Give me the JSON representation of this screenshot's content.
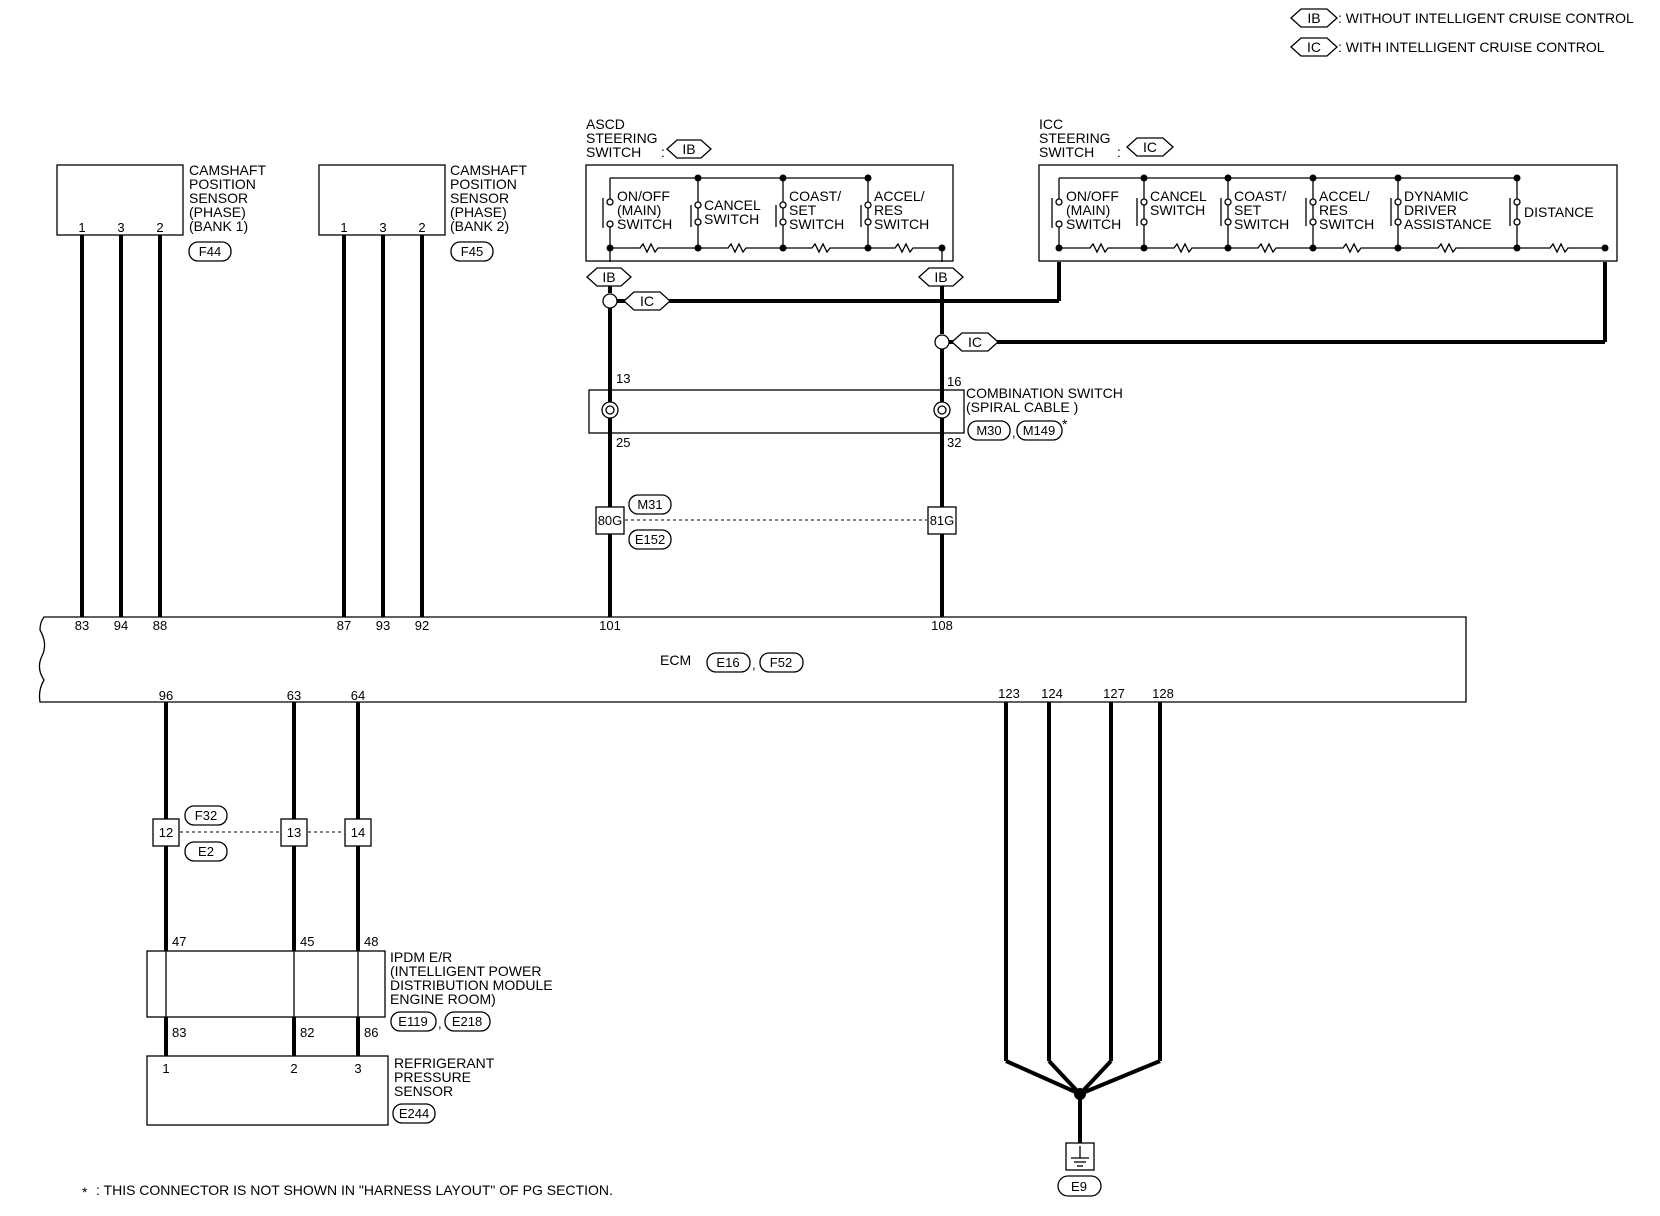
{
  "legend": {
    "ib": {
      "tag": "IB",
      "text": ": WITHOUT INTELLIGENT CRUISE CONTROL"
    },
    "ic": {
      "tag": "IC",
      "text": ": WITH INTELLIGENT CRUISE CONTROL"
    }
  },
  "cmp1": {
    "lines": [
      "CAMSHAFT",
      "POSITION",
      "SENSOR",
      "(PHASE)",
      "(BANK 1)"
    ],
    "pins": [
      "1",
      "3",
      "2"
    ],
    "connector": "F44"
  },
  "cmp2": {
    "lines": [
      "CAMSHAFT",
      "POSITION",
      "SENSOR",
      "(PHASE)",
      "(BANK 2)"
    ],
    "pins": [
      "1",
      "3",
      "2"
    ],
    "connector": "F45"
  },
  "ascd": {
    "title": [
      "ASCD",
      "STEERING",
      "SWITCH"
    ],
    "sep": ":",
    "tag": "IB",
    "switches": [
      [
        "ON/OFF",
        "(MAIN)",
        "SWITCH"
      ],
      [
        "CANCEL",
        "SWITCH"
      ],
      [
        "COAST/",
        "SET",
        "SWITCH"
      ],
      [
        "ACCEL/",
        "RES",
        "SWITCH"
      ]
    ]
  },
  "icc": {
    "title": [
      "ICC",
      "STEERING",
      "SWITCH"
    ],
    "sep": ":",
    "tag": "IC",
    "switches": [
      [
        "ON/OFF",
        "(MAIN)",
        "SWITCH"
      ],
      [
        "CANCEL",
        "SWITCH"
      ],
      [
        "COAST/",
        "SET",
        "SWITCH"
      ],
      [
        "ACCEL/",
        "RES",
        "SWITCH"
      ],
      [
        "DYNAMIC",
        "DRIVER",
        "ASSISTANCE"
      ],
      [
        "DISTANCE"
      ]
    ]
  },
  "wire_tags": {
    "ib_left": "IB",
    "ib_right": "IB",
    "ic_left": "IC",
    "ic_right": "IC"
  },
  "combo": {
    "lines": [
      "COMBINATION SWITCH",
      "(SPIRAL CABLE )"
    ],
    "pins_top": [
      "13",
      "16"
    ],
    "pins_bottom": [
      "25",
      "32"
    ],
    "connectors": [
      "M30",
      "M149"
    ],
    "comma": ",",
    "asterisk": "*"
  },
  "jc_m31": {
    "pins": [
      "80G",
      "81G"
    ],
    "connectors": [
      "M31",
      "E152"
    ]
  },
  "ecm": {
    "label": "ECM",
    "connectors": [
      "E16",
      "F52"
    ],
    "comma": ",",
    "top_pins": [
      "83",
      "94",
      "88",
      "87",
      "93",
      "92",
      "101",
      "108"
    ],
    "bottom_pins": [
      "96",
      "63",
      "64",
      "123",
      "124",
      "127",
      "128"
    ]
  },
  "jc_f32": {
    "pins": [
      "12",
      "13",
      "14"
    ],
    "connectors": [
      "F32",
      "E2"
    ]
  },
  "ipdm": {
    "lines": [
      "IPDM E/R",
      "(INTELLIGENT POWER",
      "DISTRIBUTION MODULE",
      "ENGINE ROOM)"
    ],
    "pins_top": [
      "47",
      "45",
      "48"
    ],
    "pins_bottom": [
      "83",
      "82",
      "86"
    ],
    "connectors": [
      "E119",
      "E218"
    ],
    "comma": ","
  },
  "refrig": {
    "lines": [
      "REFRIGERANT",
      "PRESSURE",
      "SENSOR"
    ],
    "pins": [
      "1",
      "2",
      "3"
    ],
    "connector": "E244"
  },
  "ground": {
    "connector": "E9"
  },
  "footnote": {
    "star": "*",
    "text": ": THIS CONNECTOR IS NOT SHOWN IN \"HARNESS LAYOUT\" OF PG SECTION."
  }
}
